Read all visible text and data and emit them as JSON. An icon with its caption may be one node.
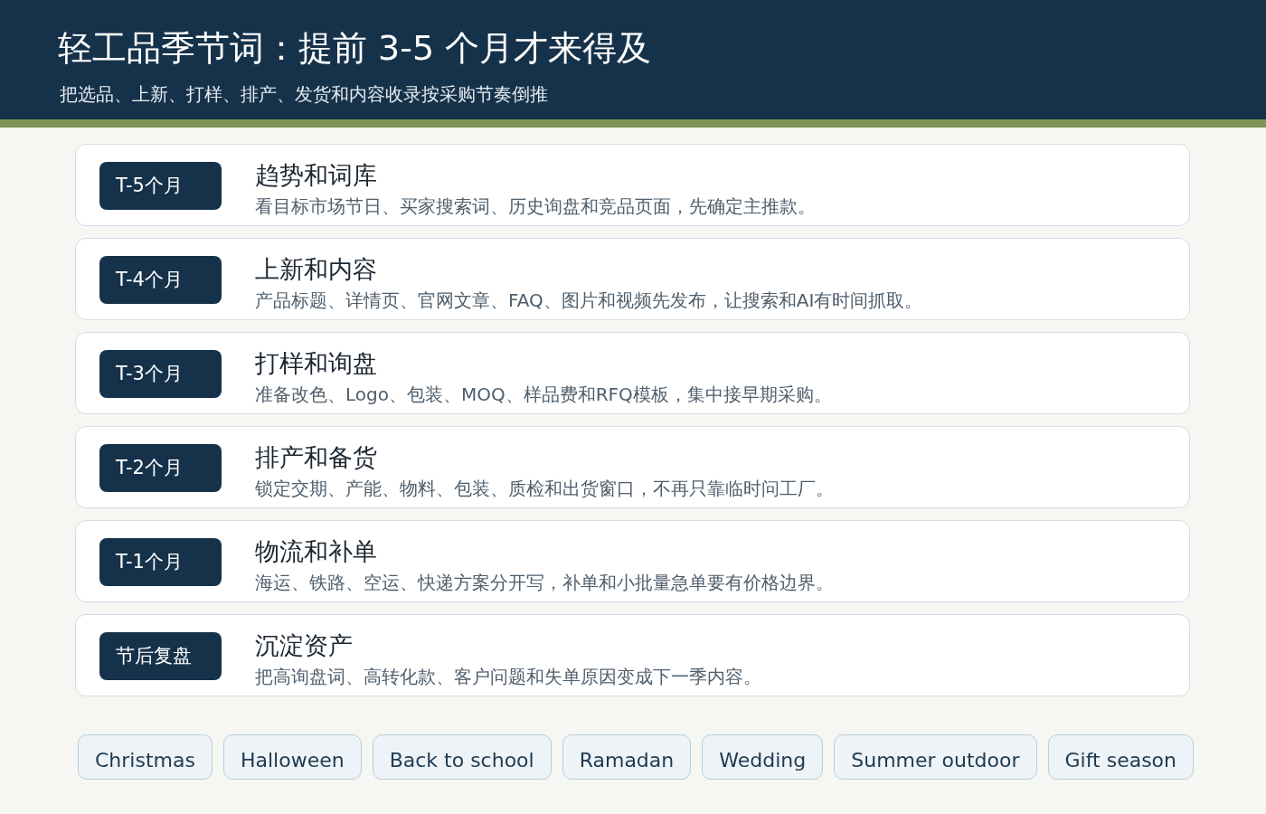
{
  "diagram": {
    "title": "轻工品季节词：提前 3-5 个月才来得及",
    "nodes": [
      {
        "text": [
          "趋势和词库",
          "看目标市场节日、买家搜索词、历史询盘和竞品页面，先确定主推款。"
        ]
      },
      {
        "text": [
          "T-5个月"
        ],
        "in": 0
      },
      {
        "text": [
          "上新和内容",
          "产品标题、详情页、官网文章、FAQ、图片和视频先发布，让搜索和AI有时间抓取。"
        ]
      },
      {
        "text": [
          "T-4个月"
        ],
        "in": 2
      },
      {
        "text": [
          "打样和询盘",
          "准备改色、Logo、包装、MOQ、样品费和RFQ模板，集中接早期采购。"
        ]
      },
      {
        "text": [
          "T-3个月"
        ],
        "in": 4
      },
      {
        "text": [
          "排产和备货",
          "锁定交期、产能、物料、包装、质检和出货窗口，不再只靠临时问工厂。"
        ]
      },
      {
        "text": [
          "T-2个月"
        ],
        "in": 6
      },
      {
        "text": [
          "物流和补单",
          "海运、铁路、空运、快递方案分开写，补单和小批量急单要有价格边界。"
        ]
      },
      {
        "text": [
          "T-1个月"
        ],
        "in": 8
      },
      {
        "text": [
          "沉淀资产",
          "把高询盘词、高转化款、客户问题和失单原因变成下一季内容。"
        ]
      },
      {
        "text": [
          "节后复盘"
        ],
        "in": 10
      },
      {
        "text": [
          "Christmas"
        ]
      },
      {
        "text": [
          "Halloween"
        ]
      },
      {
        "text": [
          "Back to school"
        ]
      },
      {
        "text": [
          "Ramadan"
        ]
      },
      {
        "text": [
          "Wedding"
        ]
      },
      {
        "text": [
          "Summer outdoor"
        ]
      },
      {
        "text": [
          "Gift season"
        ]
      }
    ],
    "edges": [],
    "labels": [
      "把选品、上新、打样、排产、发货和内容收录按采购节奏倒推"
    ]
  }
}
